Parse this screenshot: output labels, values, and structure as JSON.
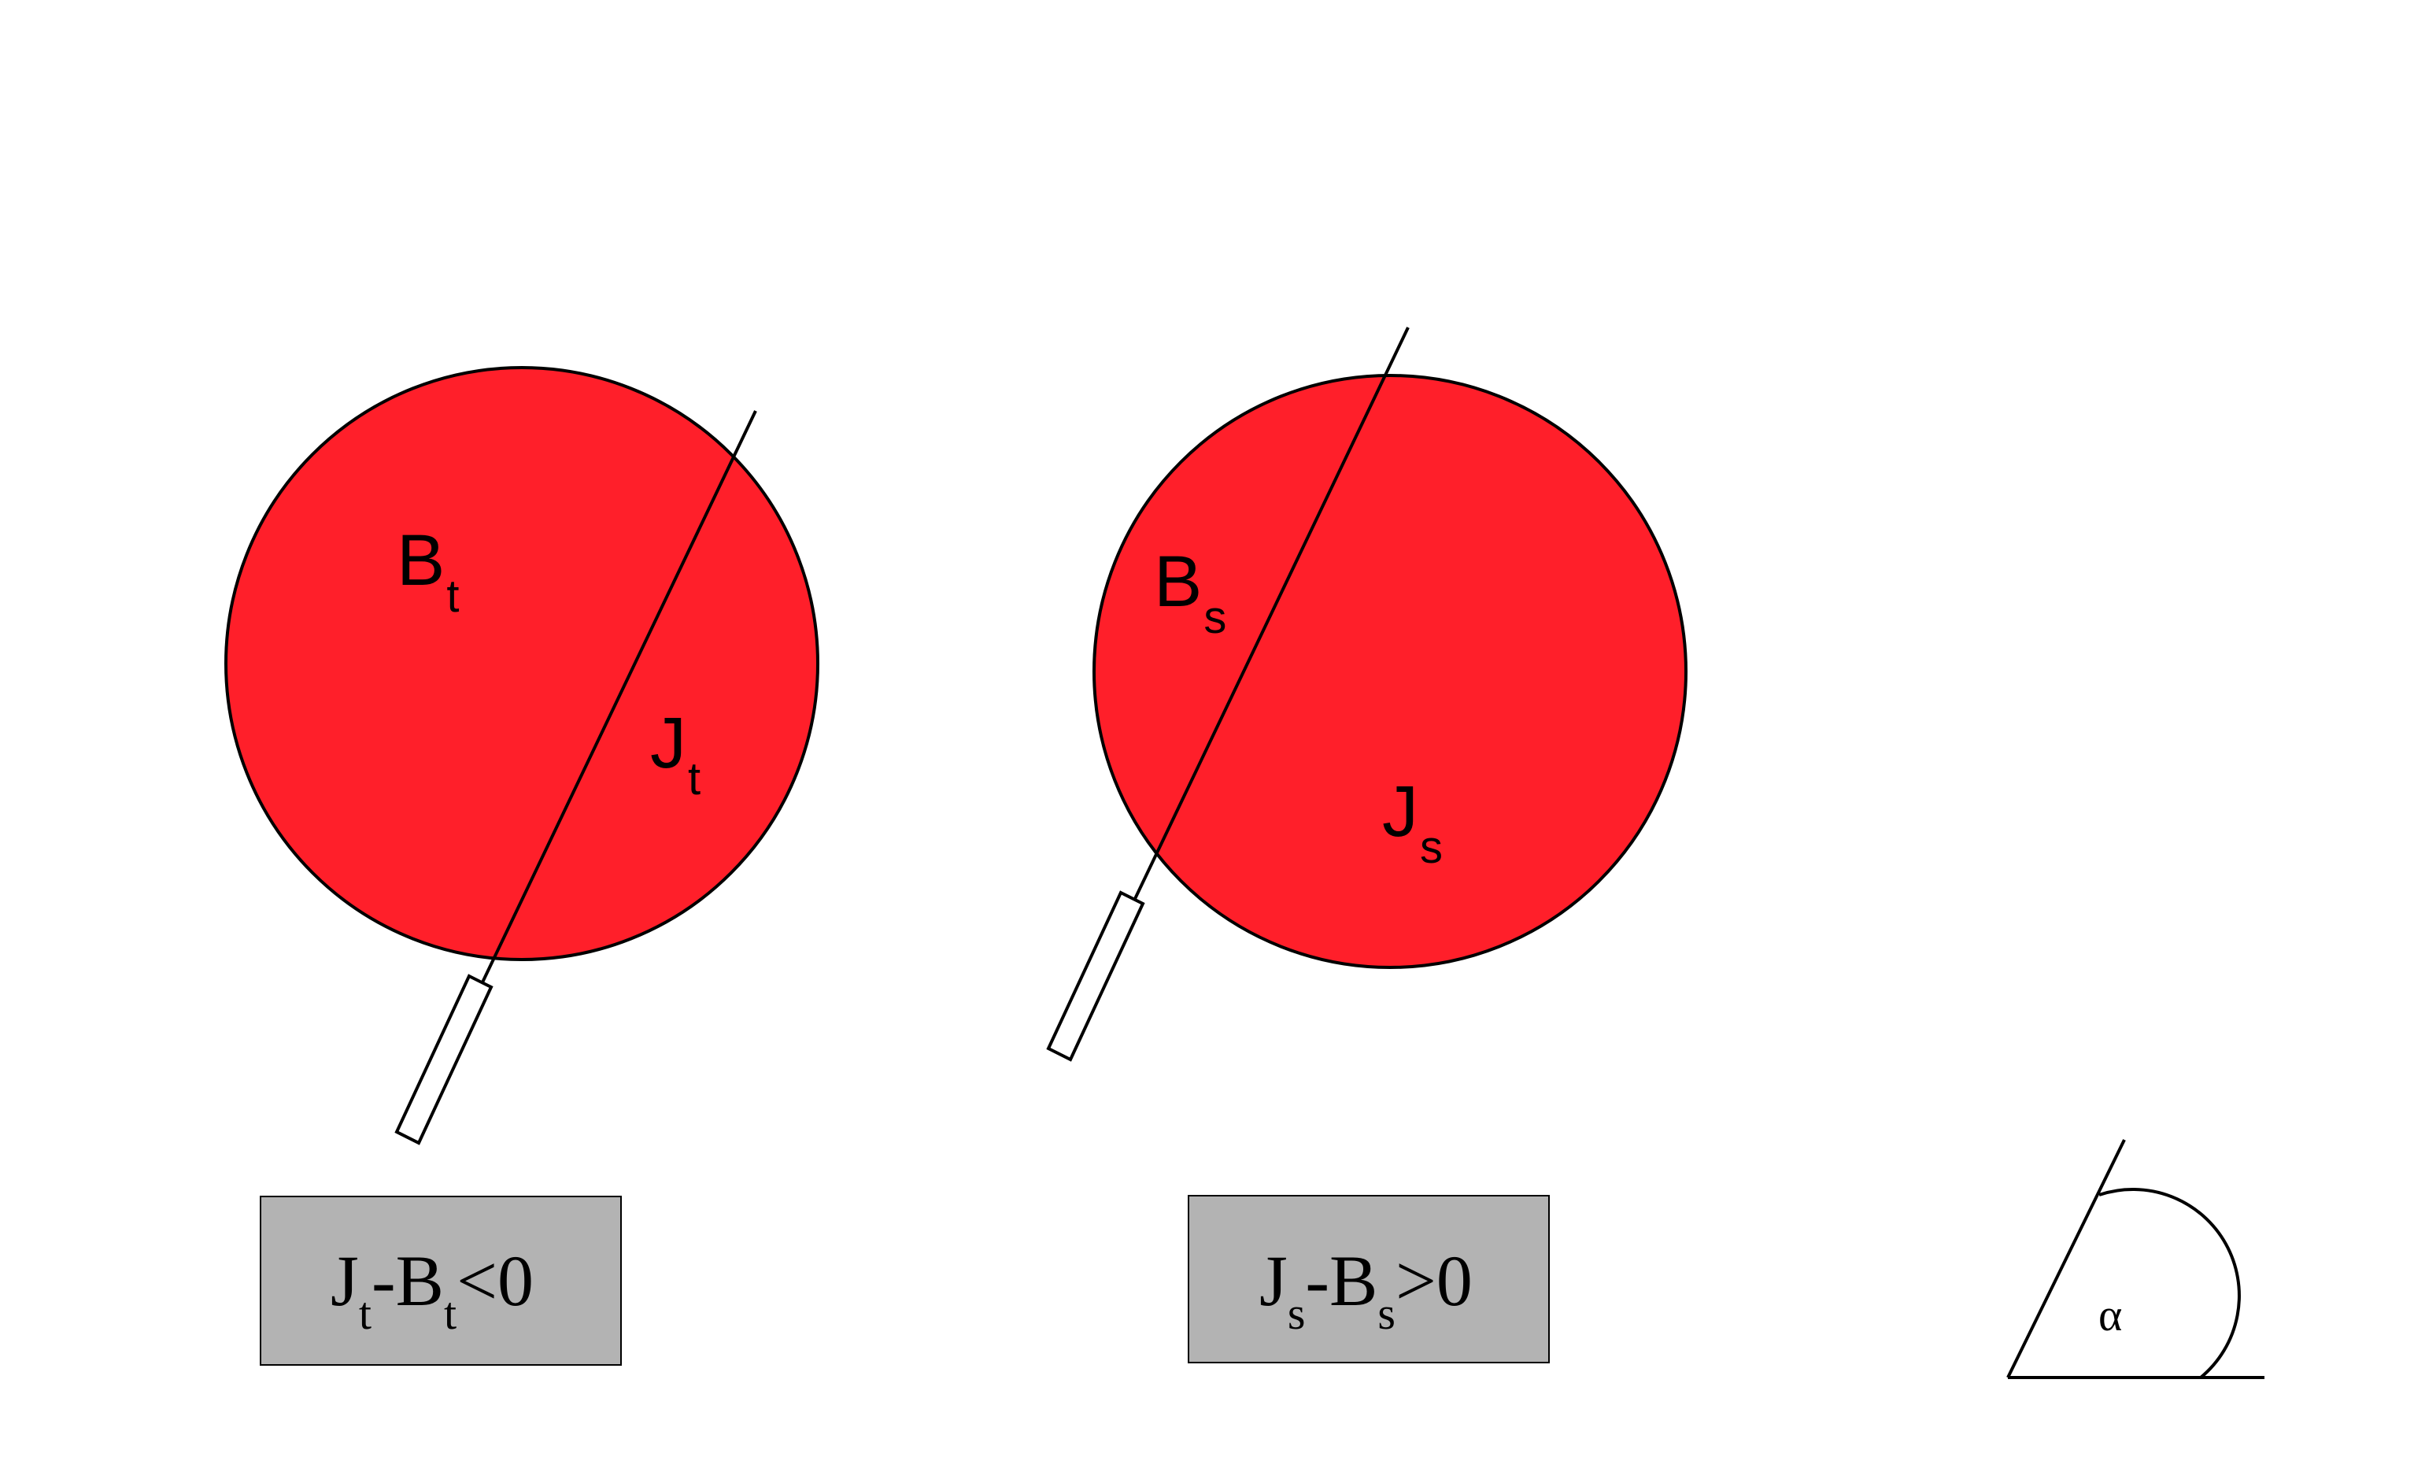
{
  "colors": {
    "disc_fill": "#FF1F2A",
    "box_fill": "#B3B3B3",
    "stroke": "#000000",
    "paddle_fill": "#FFFFFF",
    "background": "#FFFFFF"
  },
  "left": {
    "region_upper": {
      "main": "B",
      "sub": "t"
    },
    "region_lower": {
      "main": "J",
      "sub": "t"
    },
    "formula": {
      "a": "J",
      "a_sub": "t",
      "minus": "-",
      "b": "B",
      "b_sub": "t",
      "rel": "<0"
    }
  },
  "right": {
    "region_upper": {
      "main": "B",
      "sub": "s"
    },
    "region_lower": {
      "main": "J",
      "sub": "s"
    },
    "formula": {
      "a": "J",
      "a_sub": "s",
      "minus": "-",
      "b": "B",
      "b_sub": "s",
      "rel": ">0"
    }
  },
  "angle": {
    "symbol": "α"
  }
}
